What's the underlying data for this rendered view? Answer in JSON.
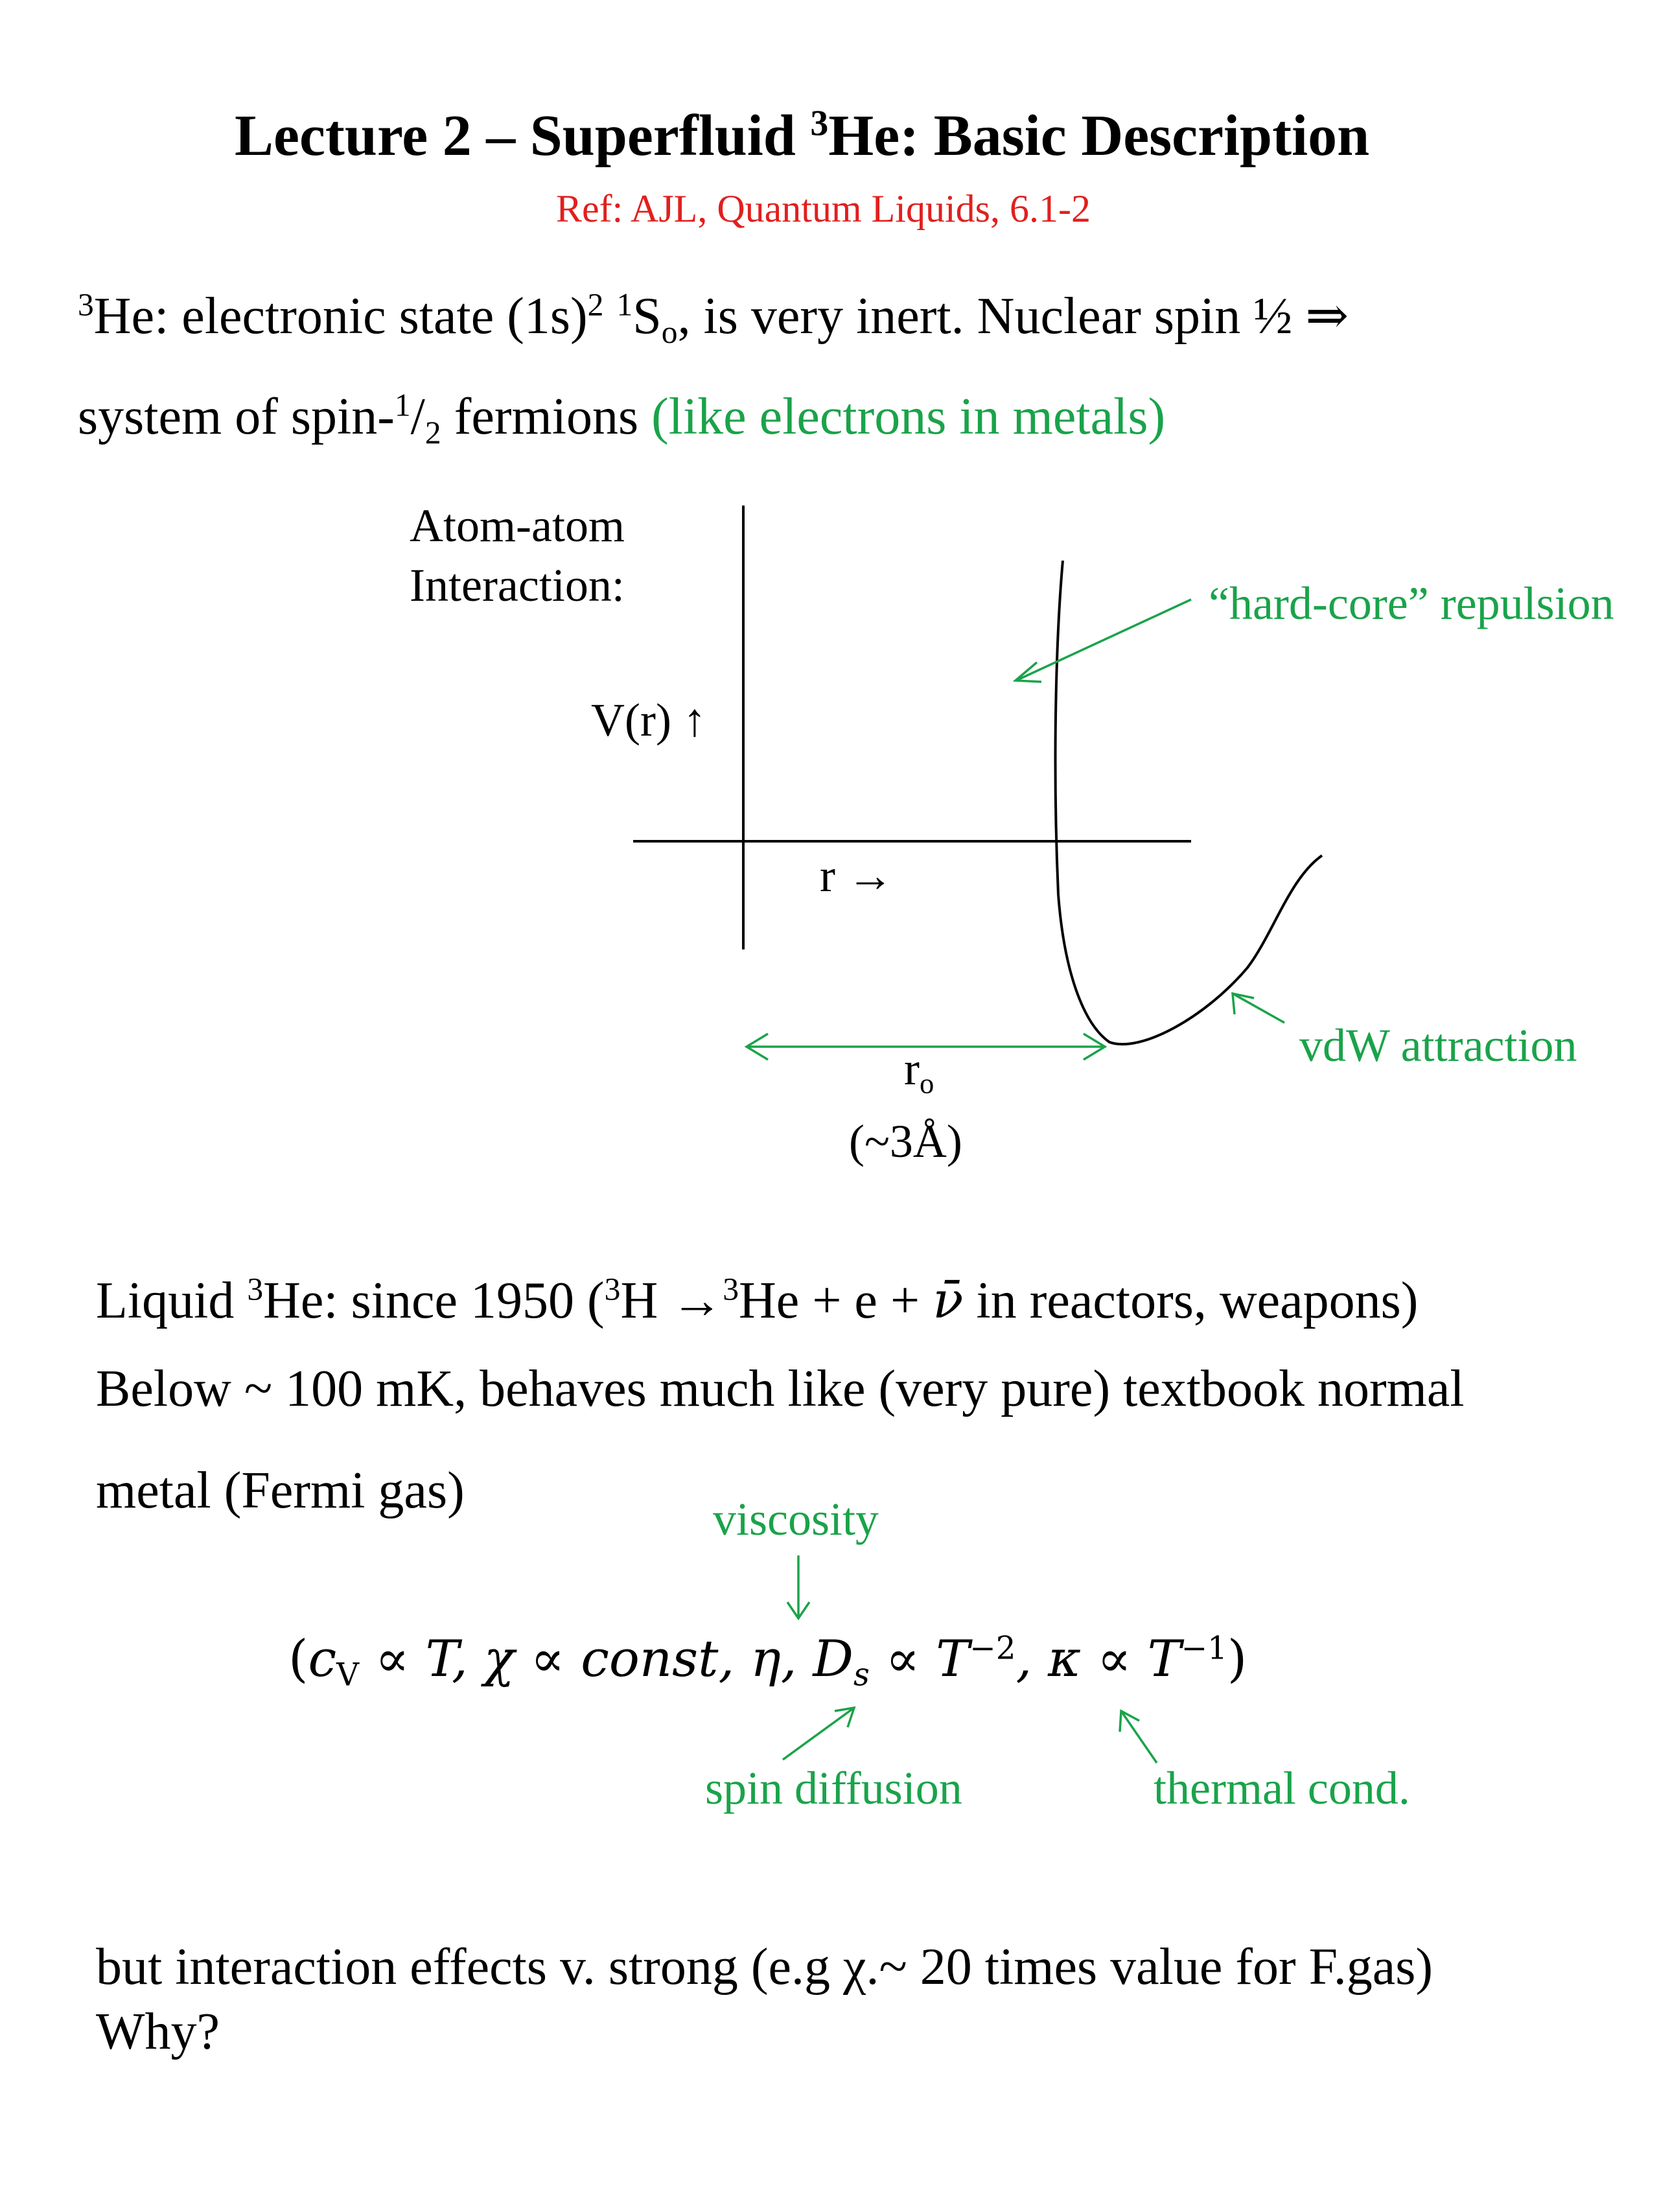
{
  "title": {
    "pre": "Lecture 2 – Superfluid ",
    "sup": "3",
    "post": "He:  Basic Description"
  },
  "ref": "Ref:  AJL, Quantum Liquids, 6.1-2",
  "intro": {
    "l1_sup1": "3",
    "l1_a": "He:  electronic state (1s)",
    "l1_sup2": "2",
    "l1_sp": " ",
    "l1_sup3": "1",
    "l1_b": "S",
    "l1_sub": "o",
    "l1_c": ", is very inert.  Nuclear spin ½ ⇒",
    "l2_a": "system of spin-",
    "l2_num": "1",
    "l2_slash": "/",
    "l2_den": "2",
    "l2_b": " fermions ",
    "l2_green": "(like electrons in metals)"
  },
  "diagram": {
    "label_line1": "Atom-atom",
    "label_line2": "Interaction:",
    "yaxis": "V(r) ↑",
    "xaxis": "r →",
    "r0_main": "r",
    "r0_sub": "o",
    "r0_value": "(~3Å)",
    "hardcore": "“hard-core” repulsion",
    "vdw": "vdW attraction"
  },
  "liquid": {
    "a": "Liquid ",
    "sup1": "3",
    "b": "He:  since 1950 (",
    "sup2": "3",
    "c": "H →",
    "sup3": "3",
    "d": "He + e + ",
    "nubar": "ν̄",
    "e": " in reactors, weapons)",
    "line2": "Below ~ 100 mK, behaves much like (very pure) textbook normal",
    "line3": "metal (Fermi gas)"
  },
  "annotations": {
    "viscosity": "viscosity",
    "spin_diffusion": "spin diffusion",
    "thermal": "thermal cond."
  },
  "formula": {
    "open": "(",
    "c": "c",
    "csub": "V",
    "p1": " ∝ T, χ ∝ const, η, D",
    "dsub": "s",
    "p2": " ∝ T",
    "exp1": "−2",
    "p3": ", κ ∝ T",
    "exp2": "−1",
    "close": ")"
  },
  "conclusion": {
    "line1": "but interaction effects v. strong (e.g χ.~ 20 times value for F.gas)",
    "line2": "Why?"
  }
}
